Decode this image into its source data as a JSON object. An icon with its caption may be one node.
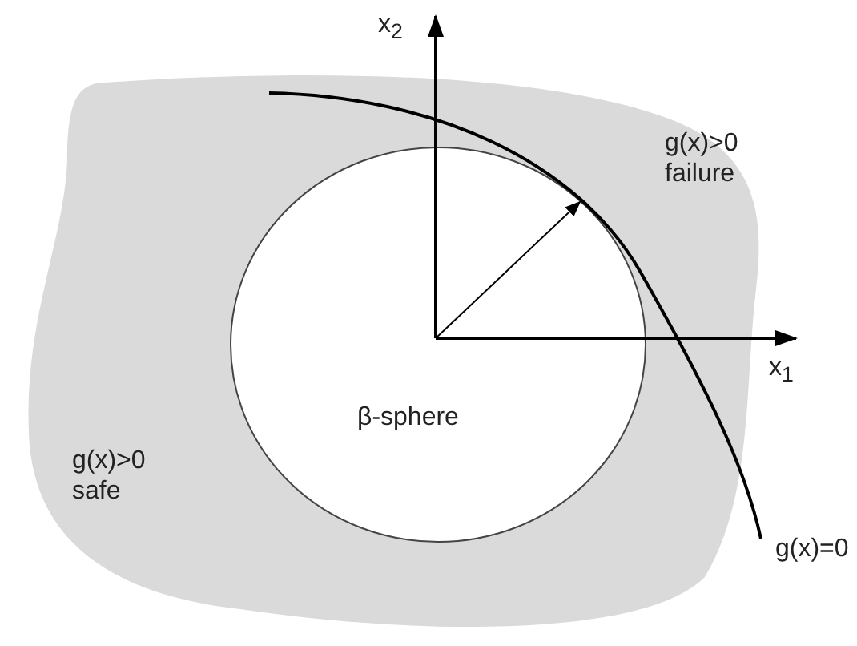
{
  "diagram": {
    "nodes": [
      {
        "text": [
          "β-sphere"
        ]
      }
    ],
    "edges": [],
    "labels": [
      "x$_{2}$",
      "g(x)>0 failure",
      "x$_{1}$",
      "g(x)>0 safe",
      "g(x)=0"
    ]
  }
}
